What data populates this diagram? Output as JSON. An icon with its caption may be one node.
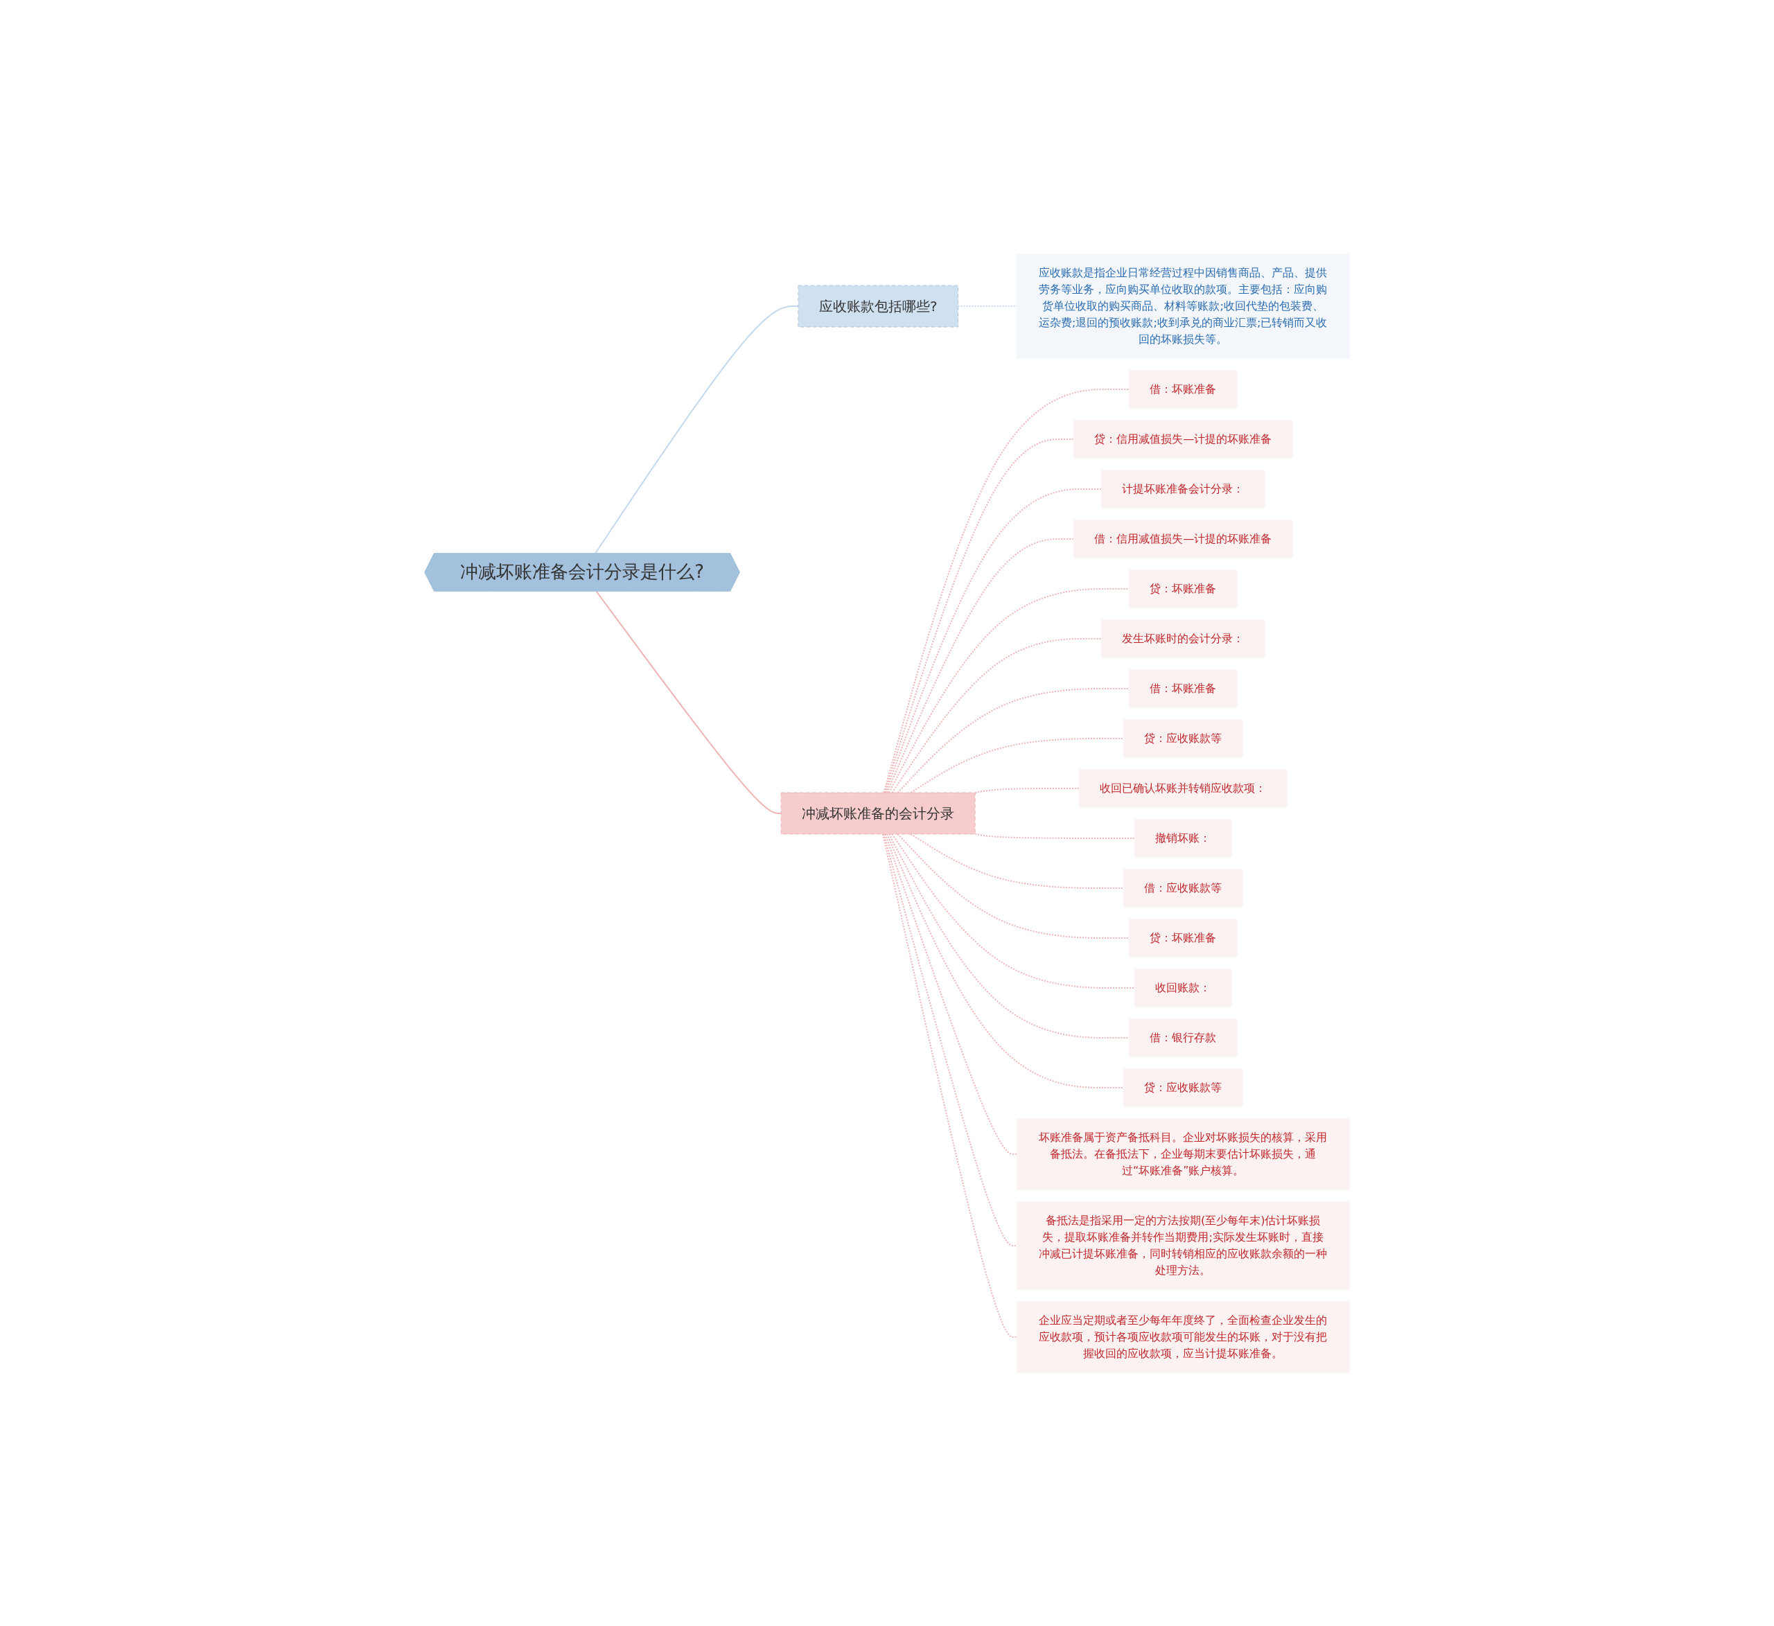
{
  "diagram": {
    "nodes": [
      {
        "text": [
          "冲减坏账准备会计分录是什么?"
        ]
      },
      {
        "text": [
          "应收账款包括哪些?"
        ]
      },
      {
        "text": [
          "应收账款是指企业日常经营过程中因销售商品、产品、提供劳务等业务，应向购买单位收取的款项。主要包括：应向购货单位收取的购买商品、材料等账款;收回代垫的包装费、运杂费;退回的预收账款;收到承兑的商业汇票;已转销而又收回的坏账损失等。"
        ]
      },
      {
        "text": [
          "冲减坏账准备的会计分录"
        ]
      },
      {
        "text": [
          "借：坏账准备"
        ]
      },
      {
        "text": [
          "贷：信用减值损失—计提的坏账准备"
        ]
      },
      {
        "text": [
          "计提坏账准备会计分录："
        ]
      },
      {
        "text": [
          "借：信用减值损失—计提的坏账准备"
        ]
      },
      {
        "text": [
          "贷：坏账准备"
        ]
      },
      {
        "text": [
          "发生坏账时的会计分录："
        ]
      },
      {
        "text": [
          "借：坏账准备"
        ]
      },
      {
        "text": [
          "贷：应收账款等"
        ]
      },
      {
        "text": [
          "收回已确认坏账并转销应收款项："
        ]
      },
      {
        "text": [
          "撤销坏账："
        ]
      },
      {
        "text": [
          "借：应收账款等"
        ]
      },
      {
        "text": [
          "贷：坏账准备"
        ]
      },
      {
        "text": [
          "收回账款："
        ]
      },
      {
        "text": [
          "借：银行存款"
        ]
      },
      {
        "text": [
          "贷：应收账款等"
        ]
      },
      {
        "text": [
          "坏账准备属于资产备抵科目。企业对坏账损失的核算，采用备抵法。在备抵法下，企业每期末要估计坏账损失，通过“坏账准备”账户核算。"
        ]
      },
      {
        "text": [
          "备抵法是指采用一定的方法按期(至少每年末)估计坏账损失，提取坏账准备并转作当期费用;实际发生坏账时，直接冲减已计提坏账准备，同时转销相应的应收账款余额的一种处理方法。"
        ]
      },
      {
        "text": [
          "企业应当定期或者至少每年年度终了，全面检查企业发生的应收款项，预计各项应收款项可能发生的坏账，对于没有把握收回的应收款项，应当计提坏账准备。"
        ]
      }
    ],
    "edges": [
      {
        "from": 0,
        "to": 1,
        "arrow": "none",
        "color": "#c5d9ec"
      },
      {
        "from": 1,
        "to": 2,
        "arrow": "none",
        "style": "dashed",
        "color": "#c5d9ec"
      },
      {
        "from": 0,
        "to": 3,
        "arrow": "none"
      },
      {
        "from": 3,
        "to": 4,
        "arrow": "none",
        "style": "dashed"
      },
      {
        "from": 3,
        "to": 5,
        "arrow": "none",
        "style": "dashed"
      },
      {
        "from": 3,
        "to": 6,
        "arrow": "none",
        "style": "dashed"
      },
      {
        "from": 3,
        "to": 7,
        "arrow": "none",
        "style": "dashed"
      },
      {
        "from": 3,
        "to": 8,
        "arrow": "none",
        "style": "dashed"
      },
      {
        "from": 3,
        "to": 9,
        "arrow": "none",
        "style": "dashed"
      },
      {
        "from": 3,
        "to": 10,
        "arrow": "none",
        "style": "dashed"
      },
      {
        "from": 3,
        "to": 11,
        "arrow": "none",
        "style": "dashed"
      },
      {
        "from": 3,
        "to": 12,
        "arrow": "none",
        "style": "dashed"
      },
      {
        "from": 3,
        "to": 13,
        "arrow": "none",
        "style": "dashed"
      },
      {
        "from": 3,
        "to": 14,
        "arrow": "none",
        "style": "dashed"
      },
      {
        "from": 3,
        "to": 15,
        "arrow": "none",
        "style": "dashed"
      },
      {
        "from": 3,
        "to": 16,
        "arrow": "none",
        "style": "dashed"
      },
      {
        "from": 3,
        "to": 17,
        "arrow": "none",
        "style": "dashed"
      },
      {
        "from": 3,
        "to": 18,
        "arrow": "none",
        "style": "dashed"
      },
      {
        "from": 3,
        "to": 19,
        "arrow": "none",
        "style": "dashed"
      },
      {
        "from": 3,
        "to": 20,
        "arrow": "none",
        "style": "dashed"
      },
      {
        "from": 3,
        "to": 21,
        "arrow": "none",
        "style": "dashed"
      }
    ]
  }
}
